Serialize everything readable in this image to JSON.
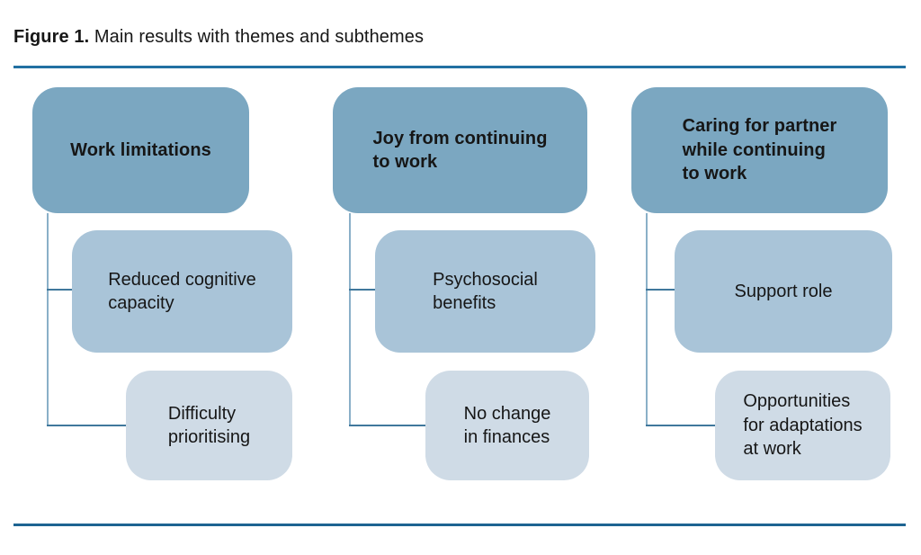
{
  "figure": {
    "label": "Figure 1.",
    "title": " Main results with themes and subthemes"
  },
  "columns": [
    {
      "theme": "Work limitations",
      "subthemes": [
        "Reduced cognitive\ncapacity",
        "Difficulty\nprioritising"
      ]
    },
    {
      "theme": "Joy from continuing\nto work",
      "subthemes": [
        "Psychosocial\nbenefits",
        "No change\nin finances"
      ]
    },
    {
      "theme": "Caring for partner\nwhile continuing\nto work",
      "subthemes": [
        "Support role",
        "Opportunities\nfor adaptations\nat work"
      ]
    }
  ],
  "colors": {
    "theme_box": "#7ba7c1",
    "subtheme1_box": "#a9c4d8",
    "subtheme2_box": "#cfdbe6",
    "vertical_connector": "#8ab0c8",
    "horizontal_connector": "#40789c",
    "rule": "#2270a2",
    "text": "#161616"
  }
}
